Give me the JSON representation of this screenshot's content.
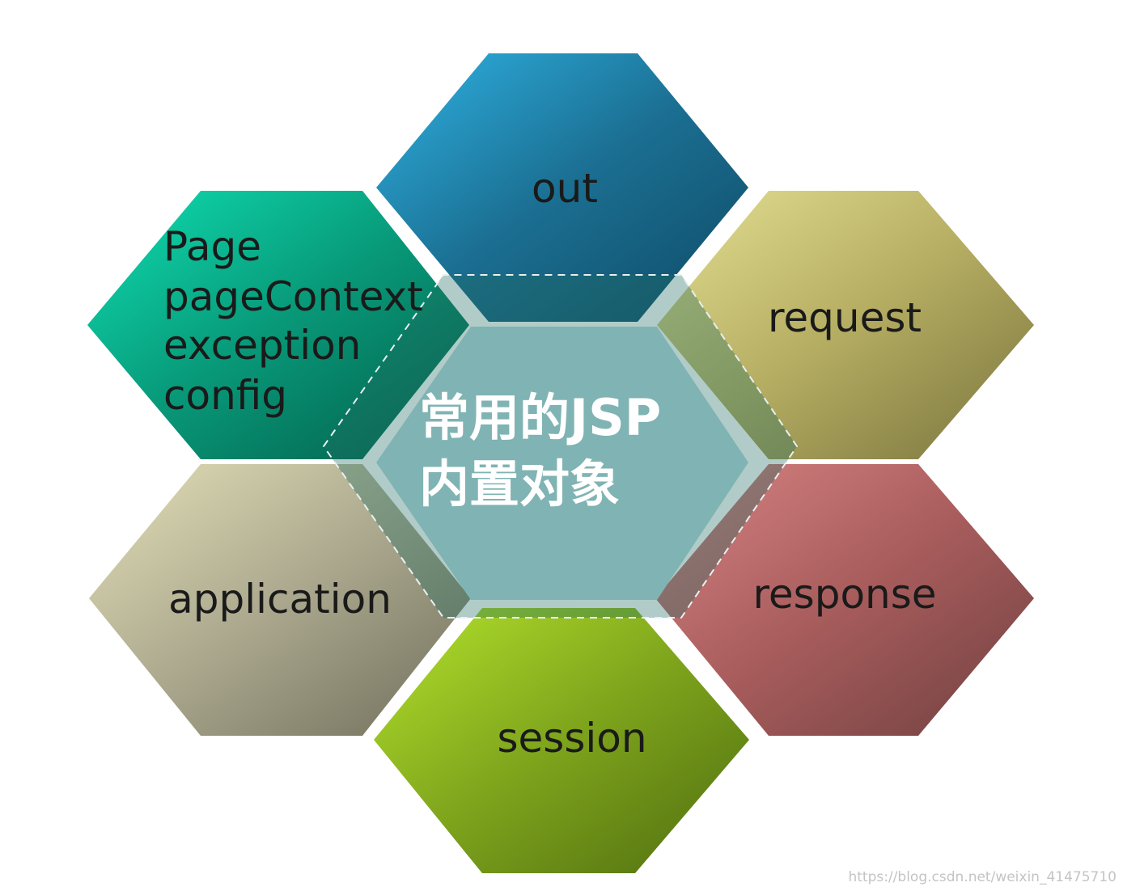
{
  "diagram": {
    "center": {
      "line1": "常用的JSP",
      "line2": "内置对象"
    },
    "out": {
      "label": "out"
    },
    "request": {
      "label": "request"
    },
    "response": {
      "label": "response"
    },
    "session": {
      "label": "session"
    },
    "application": {
      "label": "application"
    },
    "page_group": {
      "lines": [
        "Page",
        "pageContext",
        "exception",
        "config"
      ]
    },
    "watermark": "https://blog.csdn.net/weixin_41475710"
  },
  "colors": {
    "out": [
      "#2fb3e4",
      "#1b6f92",
      "#0f4a66"
    ],
    "request": [
      "#e4e094",
      "#b5ad62",
      "#78733d"
    ],
    "response": [
      "#d88484",
      "#a85c5c",
      "#704040"
    ],
    "session": [
      "#b4e32c",
      "#7ea41c",
      "#4f6d10"
    ],
    "application": [
      "#e4e0b8",
      "#aba88e",
      "#6f6e5a"
    ],
    "page_group": [
      "#0fdfb2",
      "#089878",
      "#045d4a"
    ],
    "center": "#80b3b3"
  }
}
